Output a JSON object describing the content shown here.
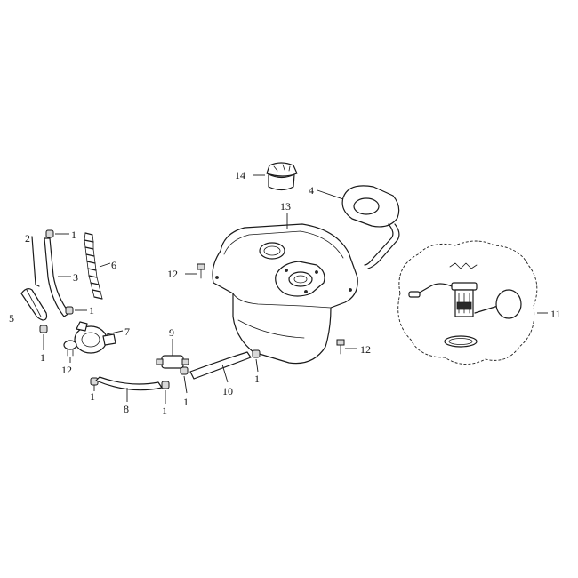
{
  "callouts": [
    {
      "id": "c14",
      "label": "14"
    },
    {
      "id": "c4",
      "label": "4"
    },
    {
      "id": "c13",
      "label": "13"
    },
    {
      "id": "c2",
      "label": "2"
    },
    {
      "id": "c1a",
      "label": "1"
    },
    {
      "id": "c6",
      "label": "6"
    },
    {
      "id": "c3",
      "label": "3"
    },
    {
      "id": "c12a",
      "label": "12"
    },
    {
      "id": "c5",
      "label": "5"
    },
    {
      "id": "c1b",
      "label": "1"
    },
    {
      "id": "c7",
      "label": "7"
    },
    {
      "id": "c1c",
      "label": "1"
    },
    {
      "id": "c12b",
      "label": "12"
    },
    {
      "id": "c9",
      "label": "9"
    },
    {
      "id": "c1d",
      "label": "1"
    },
    {
      "id": "c8",
      "label": "8"
    },
    {
      "id": "c1e",
      "label": "1"
    },
    {
      "id": "c1f",
      "label": "1"
    },
    {
      "id": "c10",
      "label": "10"
    },
    {
      "id": "c1g",
      "label": "1"
    },
    {
      "id": "c12c",
      "label": "12"
    },
    {
      "id": "c11",
      "label": "11"
    }
  ],
  "colors": {
    "line": "#1a1a1a",
    "background": "#ffffff"
  }
}
